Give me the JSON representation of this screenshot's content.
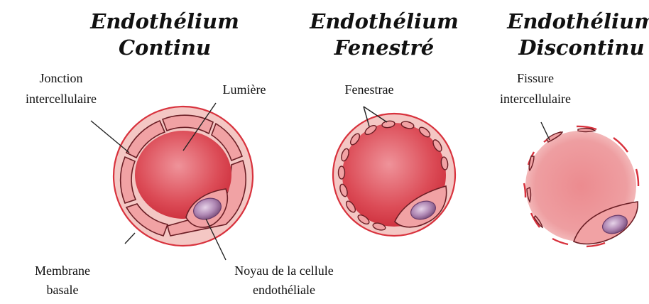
{
  "titles": {
    "continu": [
      "Endothélium",
      "Continu"
    ],
    "fenestre": [
      "Endothélium",
      "Fenestré"
    ],
    "discontinu": [
      "Endothélium",
      "Discontinu"
    ]
  },
  "labels": {
    "jonction": [
      "Jonction",
      "intercellulaire"
    ],
    "lumiere": "Lumière",
    "membrane": [
      "Membrane",
      "basale"
    ],
    "noyau": [
      "Noyau de la cellule",
      "endothéliale"
    ],
    "fenestrae": "Fenestrae",
    "fissure": [
      "Fissure",
      "intercellulaire"
    ]
  },
  "colors": {
    "membrane": "#d8323d",
    "lumen_center": "#ee8f95",
    "lumen_edge": "#d63a45",
    "cell": "#f1a2a4",
    "nucleus": "#9e6f9c"
  }
}
